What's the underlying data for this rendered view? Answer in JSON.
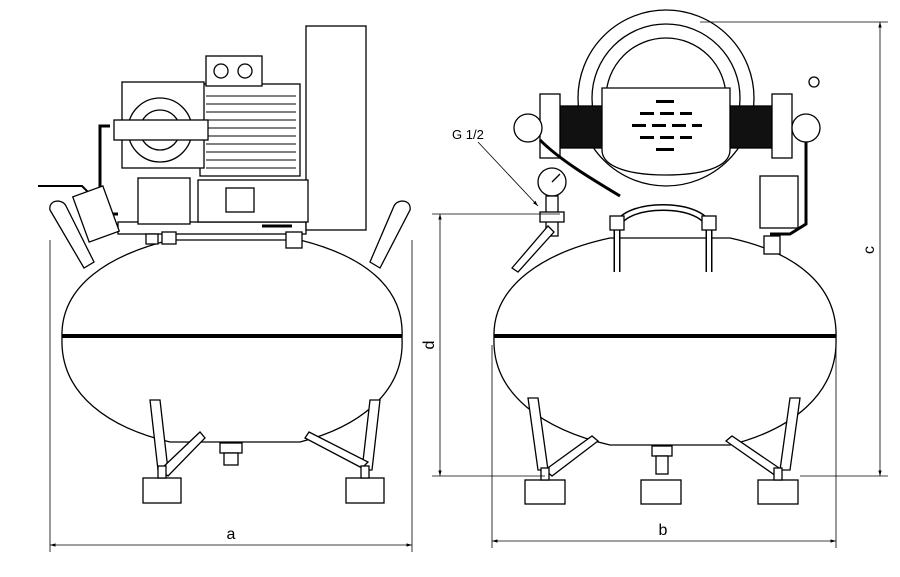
{
  "labels": {
    "dim_a": "a",
    "dim_b": "b",
    "dim_c": "c",
    "dim_d": "d",
    "thread": "G 1/2"
  }
}
